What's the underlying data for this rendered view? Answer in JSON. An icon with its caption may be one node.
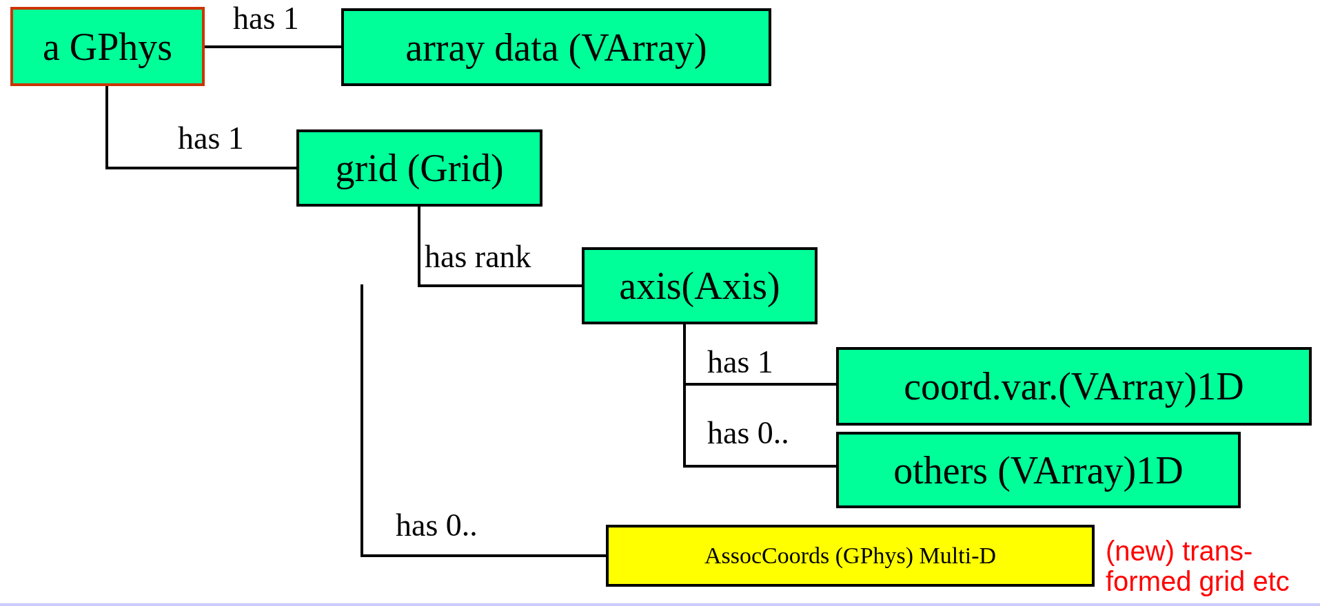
{
  "diagram": {
    "nodes": [
      {
        "text": [
          "a GPhys"
        ]
      },
      {
        "text": [
          "array data (VArray)"
        ]
      },
      {
        "text": [
          "grid (Grid)"
        ]
      },
      {
        "text": [
          "axis(Axis)"
        ]
      },
      {
        "text": [
          "coord.var.(VArray)1D"
        ]
      },
      {
        "text": [
          "others (VArray)1D"
        ]
      },
      {
        "text": [
          "AssocCoords (GPhys) Multi-D"
        ],
        "beside": [
          "(new) trans- formed grid etc"
        ]
      }
    ],
    "edges": [
      {
        "from": 0,
        "to": 1,
        "arrow": "none",
        "label": "has 1"
      },
      {
        "from": 0,
        "to": 2,
        "arrow": "none",
        "label": "has 1"
      },
      {
        "from": 2,
        "to": 3,
        "arrow": "none",
        "label": "has rank"
      },
      {
        "from": 3,
        "to": 4,
        "arrow": "none",
        "label": "has 1"
      },
      {
        "from": 3,
        "to": 5,
        "arrow": "none",
        "label": "has 0.."
      },
      {
        "from": null,
        "to": 6,
        "arrow": "none",
        "label": "has 0.."
      }
    ]
  }
}
